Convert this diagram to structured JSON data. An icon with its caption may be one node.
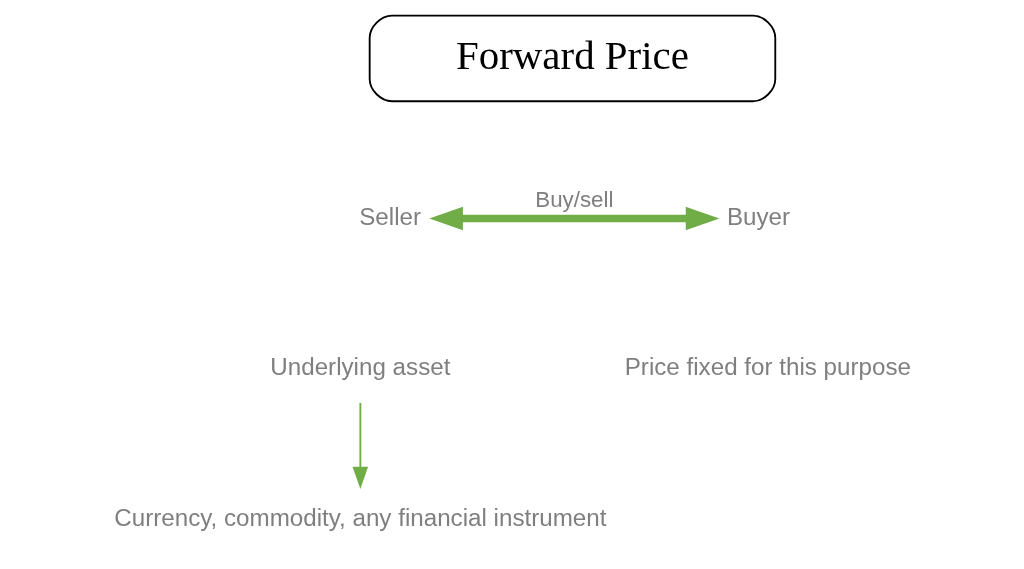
{
  "diagram": {
    "nodes": [
      {
        "text": [
          "Forward Price"
        ]
      },
      {
        "text": [
          "Seller"
        ]
      },
      {
        "text": [
          "Buyer"
        ]
      },
      {
        "text": [
          "Underlying asset"
        ]
      },
      {
        "text": [
          "Currency, commodity, any financial instrument"
        ]
      },
      {
        "text": [
          "Price fixed for this purpose"
        ]
      }
    ],
    "edges": [
      {
        "from": 1,
        "to": 2,
        "arrow": "both",
        "label": "Buy/sell",
        "style": "thick",
        "color": "#70ad47"
      },
      {
        "from": 3,
        "to": 4,
        "arrow": "to",
        "color": "#70ad47"
      }
    ]
  }
}
